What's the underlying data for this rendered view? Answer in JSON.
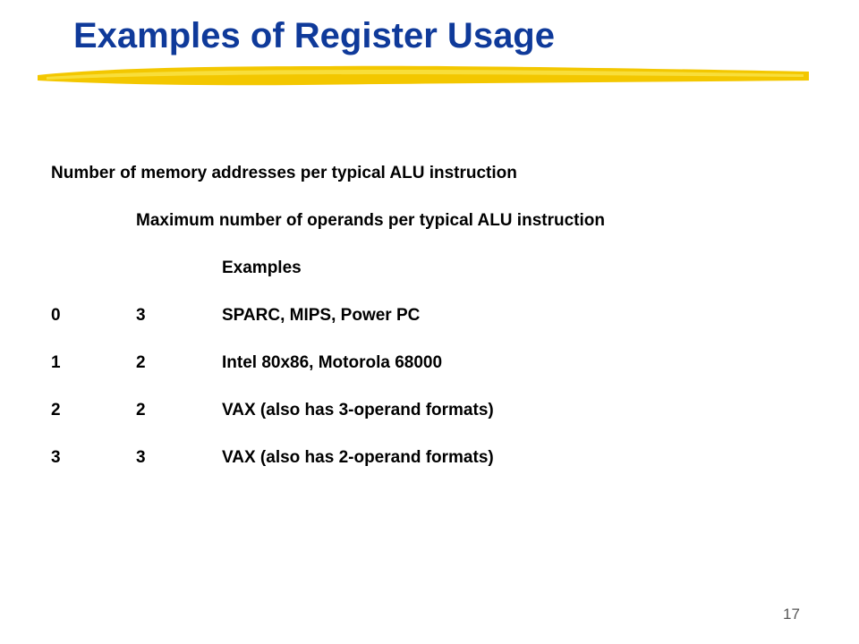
{
  "slide": {
    "title": "Examples of Register Usage",
    "header_line_1": "Number of memory addresses per typical ALU instruction",
    "header_line_2": "Maximum number of operands per typical ALU instruction",
    "header_line_3": "Examples",
    "rows": [
      {
        "memory_addresses": "0",
        "max_operands": "3",
        "examples": "SPARC, MIPS, Power PC"
      },
      {
        "memory_addresses": "1",
        "max_operands": "2",
        "examples": "Intel 80x86, Motorola 68000"
      },
      {
        "memory_addresses": "2",
        "max_operands": "2",
        "examples": "VAX (also has 3-operand formats)"
      },
      {
        "memory_addresses": "3",
        "max_operands": "3",
        "examples": "VAX (also has 2-operand formats)"
      }
    ],
    "page_number": "17"
  },
  "colors": {
    "title": "#0f3a9a",
    "underline_stroke": "#f2c200",
    "text": "#000000"
  }
}
